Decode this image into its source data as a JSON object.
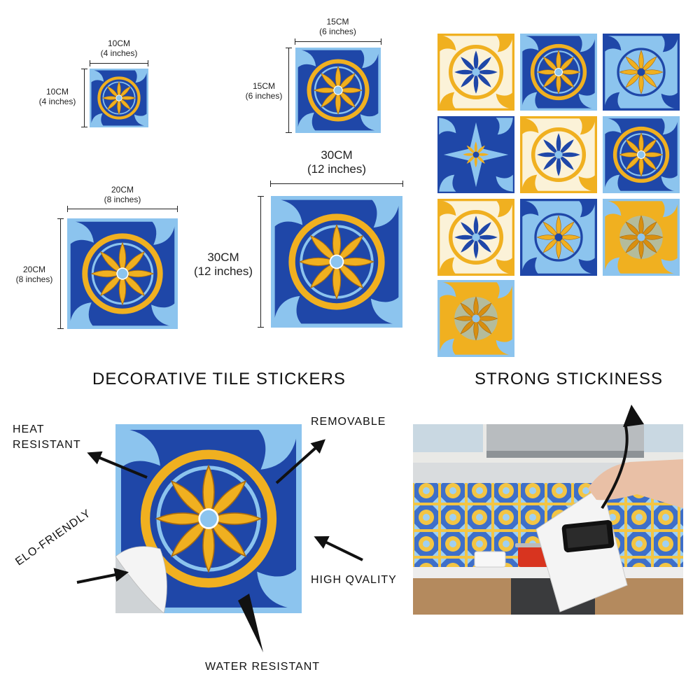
{
  "sizes": {
    "s10": {
      "cm": "10CM",
      "in": "(4 inches)"
    },
    "s15": {
      "cm": "15CM",
      "in": "(6 inches)"
    },
    "s20": {
      "cm": "20CM",
      "in": "(8 inches)"
    },
    "s30": {
      "cm": "30CM",
      "in": "(12 inches)"
    }
  },
  "headings": {
    "left": "DECORATIVE TILE STICKERS",
    "right": "STRONG STICKINESS"
  },
  "features": {
    "heat_line1": "HEAT",
    "heat_line2": "RESISTANT",
    "removable": "REMOVABLE",
    "eco": "ELO-FRIENDLY",
    "quality": "HIGH QVALITY",
    "water": "WATER RESISTANT"
  },
  "colors": {
    "navy": "#1f47a8",
    "sky": "#8cc4ee",
    "gold": "#f0b020",
    "cream": "#fbf2d8"
  }
}
